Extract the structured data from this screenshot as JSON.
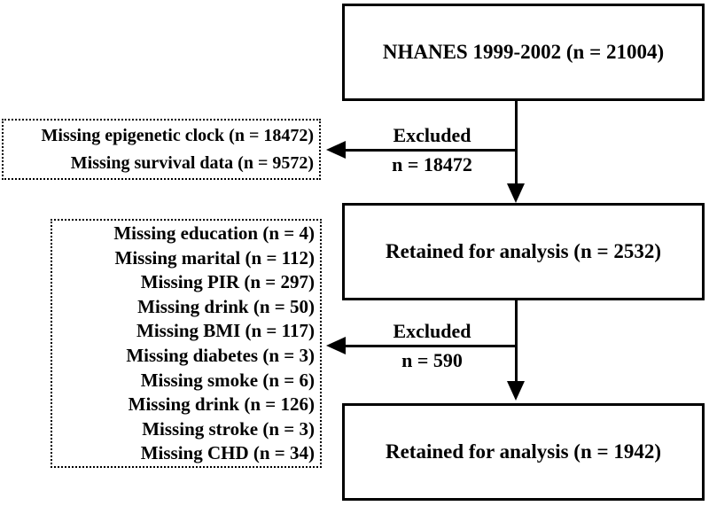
{
  "flow": {
    "top_box": {
      "label": "NHANES 1999-2002 (n = 21004)"
    },
    "exclusion1": {
      "label_top": "Excluded",
      "label_bottom": "n = 18472",
      "lines": [
        "Missing epigenetic clock (n = 18472)",
        "Missing survival data (n = 9572)"
      ]
    },
    "retained_box_1": {
      "label": "Retained for analysis (n = 2532)"
    },
    "exclusion2": {
      "label_top": "Excluded",
      "label_bottom": "n = 590",
      "lines": [
        "Missing education (n = 4)",
        "Missing marital (n = 112)",
        "Missing PIR (n = 297)",
        "Missing drink (n = 50)",
        "Missing BMI (n = 117)",
        "Missing diabetes (n = 3)",
        "Missing smoke (n = 6)",
        "Missing drink (n = 126)",
        "Missing stroke (n = 3)",
        "Missing CHD (n = 34)"
      ]
    },
    "retained_box_2": {
      "label": "Retained for analysis (n = 1942)"
    },
    "colors": {
      "line": "#000000",
      "background": "#ffffff"
    }
  }
}
